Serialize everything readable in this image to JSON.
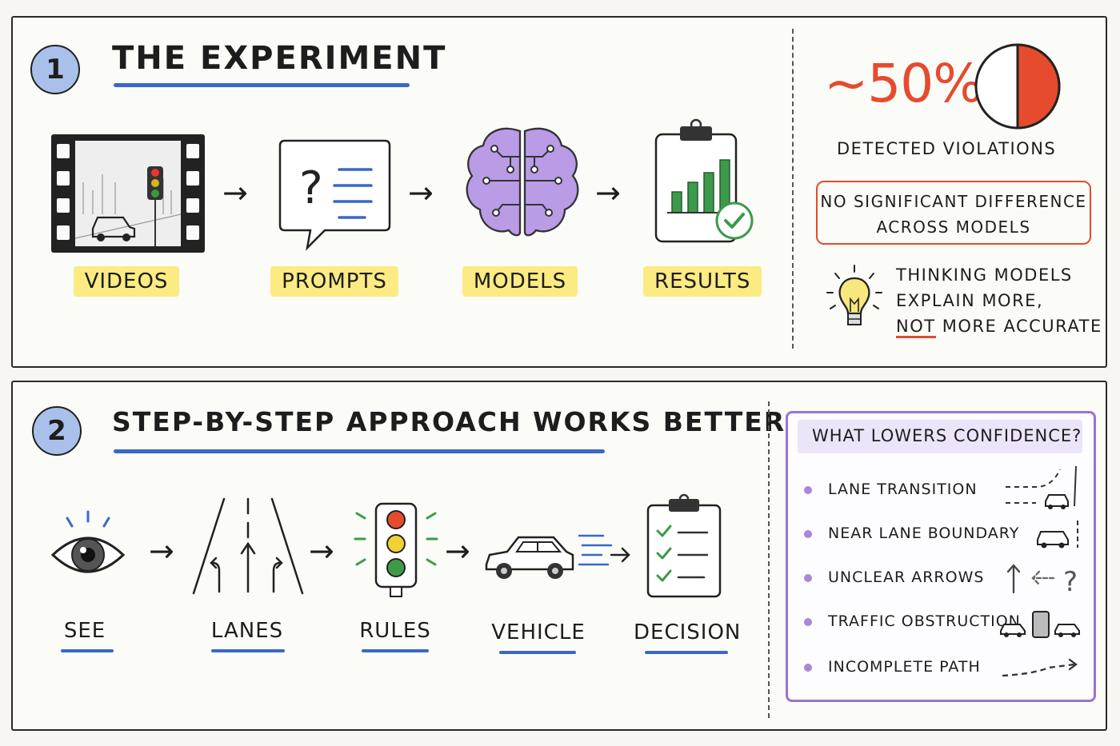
{
  "section1": {
    "number": "1",
    "title": "THE EXPERIMENT",
    "steps": [
      {
        "label": "VIDEOS",
        "icon": "film-icon"
      },
      {
        "label": "PROMPTS",
        "icon": "speech-bubble-icon"
      },
      {
        "label": "MODELS",
        "icon": "brain-icon"
      },
      {
        "label": "RESULTS",
        "icon": "clipboard-chart-icon"
      }
    ],
    "stat": "~50%",
    "stat_fraction": 0.5,
    "stat_caption": "DETECTED VIOLATIONS",
    "note_line1": "NO SIGNIFICANT DIFFERENCE",
    "note_line2": "ACROSS MODELS",
    "insight_line1": "THINKING MODELS",
    "insight_line2": "EXPLAIN MORE,",
    "insight_line3_a": "NOT",
    "insight_line3_b": "MORE ACCURATE"
  },
  "section2": {
    "number": "2",
    "title": "STEP-BY-STEP APPROACH WORKS BETTER",
    "steps": [
      {
        "label": "SEE",
        "icon": "eye-icon"
      },
      {
        "label": "LANES",
        "icon": "lanes-icon"
      },
      {
        "label": "RULES",
        "icon": "traffic-light-icon"
      },
      {
        "label": "VEHICLE",
        "icon": "car-icon"
      },
      {
        "label": "DECISION",
        "icon": "checklist-icon"
      }
    ],
    "confidence_title": "WHAT LOWERS CONFIDENCE?",
    "confidence_items": [
      {
        "label": "LANE TRANSITION",
        "icon": "lane-transition-icon"
      },
      {
        "label": "NEAR LANE BOUNDARY",
        "icon": "lane-boundary-car-icon"
      },
      {
        "label": "UNCLEAR ARROWS",
        "icon": "unclear-arrows-icon"
      },
      {
        "label": "TRAFFIC OBSTRUCTION",
        "icon": "obstruction-icon"
      },
      {
        "label": "INCOMPLETE PATH",
        "icon": "dashed-path-icon"
      }
    ]
  },
  "colors": {
    "accent_blue": "#3a67c9",
    "highlight_yellow": "#fbeb82",
    "alert_red": "#e64b2e",
    "purple": "#9874d1",
    "brain_purple": "#b99be6",
    "chart_green": "#3d9a4a"
  }
}
